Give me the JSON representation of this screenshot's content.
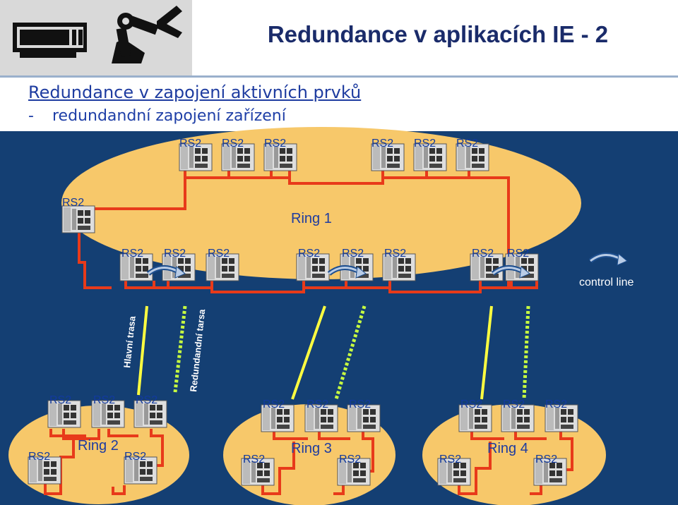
{
  "header": {
    "title": "Redundance v aplikacích IE - 2"
  },
  "content": {
    "subtitle": "Redundance v zapojení aktivních prvků",
    "bullet_dash": "-",
    "bullet_text": "redundandní zapojení zařízení"
  },
  "diagram": {
    "device_label": "RS2",
    "ring1_label": "Ring 1",
    "ring2_label": "Ring 2",
    "ring3_label": "Ring 3",
    "ring4_label": "Ring 4",
    "control_line_label": "control line",
    "main_path_label": "Hlavní trasa",
    "redundant_path_label": "Redundandní tarsa"
  },
  "colors": {
    "panel_bg": "#143f73",
    "ring_fill": "#f7c86a",
    "link_red": "#e83a1a",
    "main_path": "#ffff40",
    "redundant_path": "#c8ff40"
  }
}
